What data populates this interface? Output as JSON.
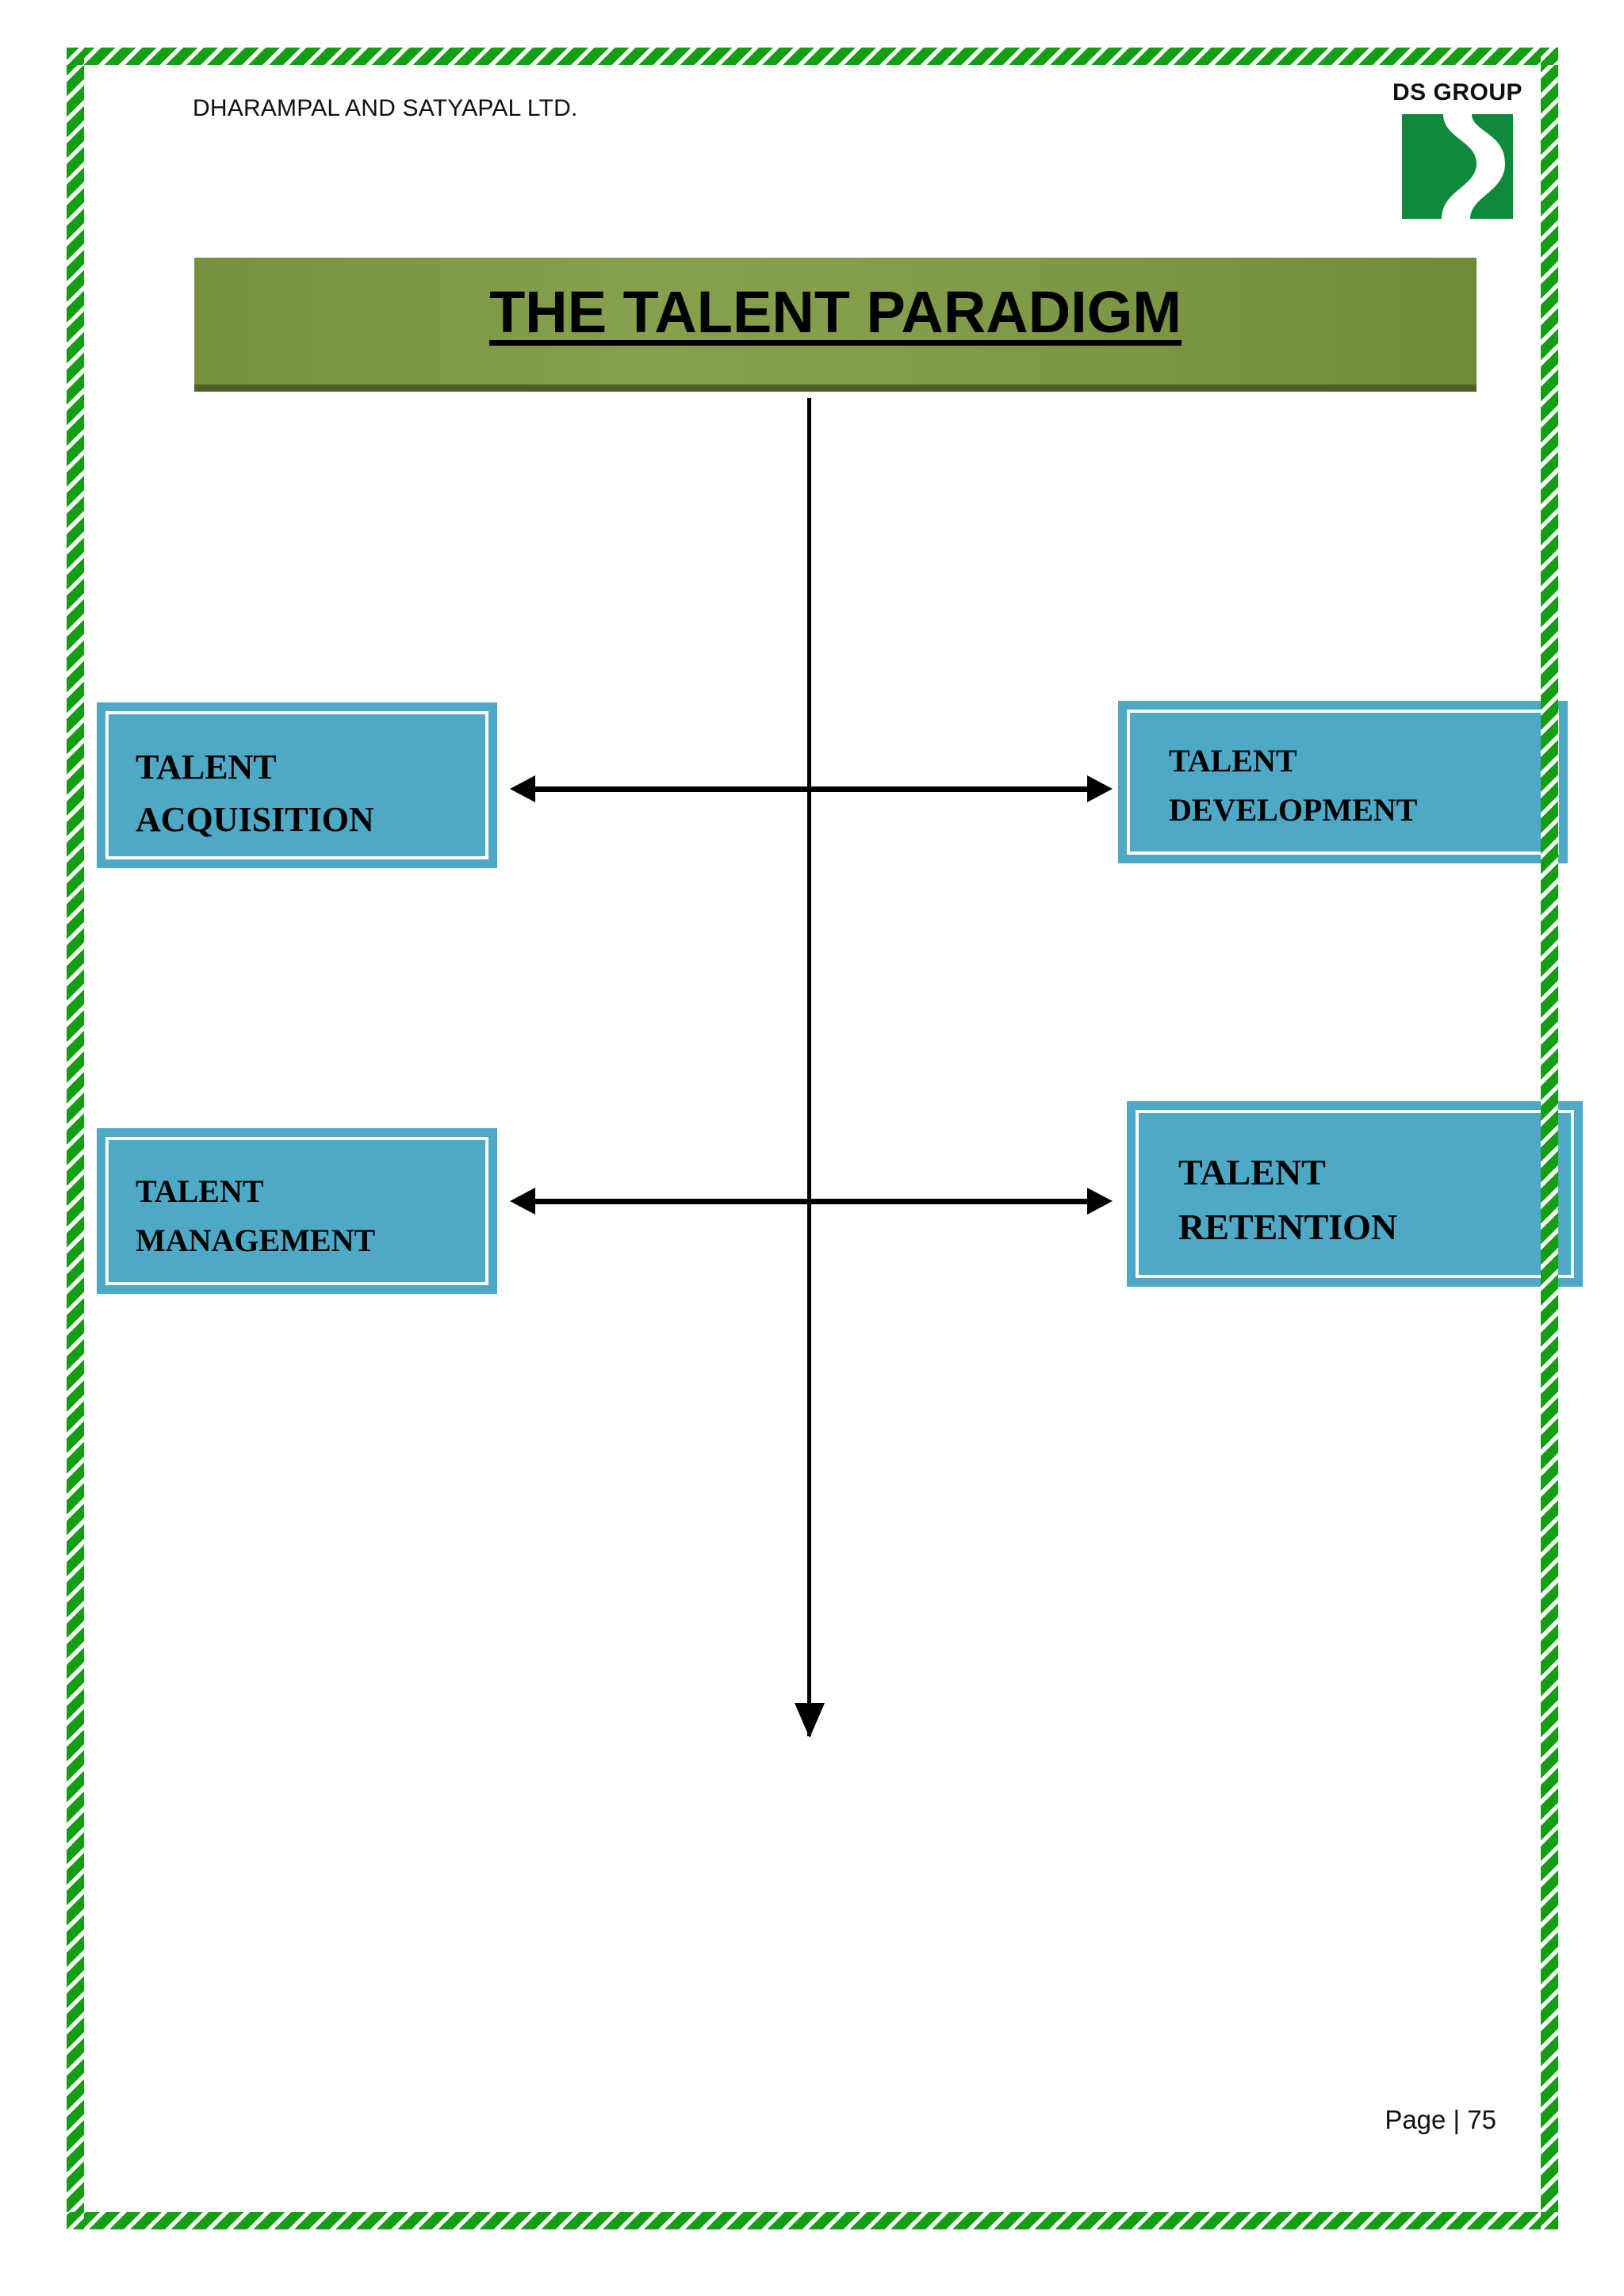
{
  "page": {
    "header_company": "DHARAMPAL AND SATYAPAL LTD.",
    "footer": "Page | 75",
    "border_color": "#139e13",
    "background": "#ffffff"
  },
  "logo": {
    "wordmark": "DS GROUP",
    "mark_icon": "ds-group-s-swirl-icon",
    "color": "#0f8a3c"
  },
  "banner": {
    "title": "THE TALENT PARADIGM",
    "fill_color": "#7d9845",
    "shadow_color": "#4e5f28",
    "text_color": "#000000"
  },
  "diagram": {
    "type": "quadrant-concept-map",
    "center_axis": {
      "vertical_line": true,
      "vertical_arrow_direction": "down",
      "horizontal_arrows": 2,
      "horizontal_arrow_direction": "both"
    },
    "box_fill_color": "#4da9c6",
    "box_border_color": "#ffffff",
    "nodes": [
      {
        "id": "talent-acquisition",
        "position": "top-left",
        "line1": "TALENT",
        "line2": "ACQUISITION"
      },
      {
        "id": "talent-development",
        "position": "top-right",
        "line1": "TALENT",
        "line2": "DEVELOPMENT"
      },
      {
        "id": "talent-management",
        "position": "bottom-left",
        "line1": "TALENT",
        "line2": "MANAGEMENT"
      },
      {
        "id": "talent-retention",
        "position": "bottom-right",
        "line1": "TALENT",
        "line2": "RETENTION"
      }
    ]
  }
}
